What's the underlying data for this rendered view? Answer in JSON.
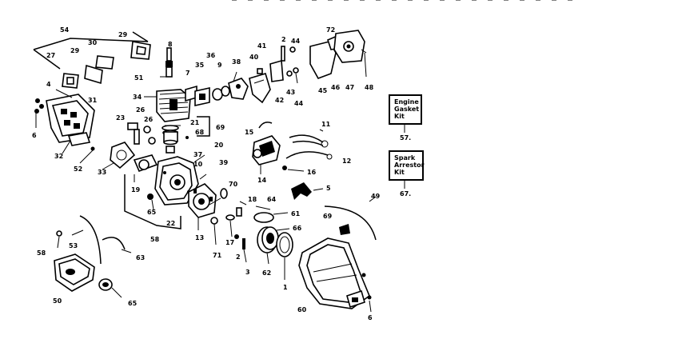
{
  "diagram": {
    "labels": {
      "l54": "54",
      "l30": "30",
      "l29a": "29",
      "l27": "27",
      "l29b": "29",
      "l31": "31",
      "l4": "4",
      "l6a": "6",
      "l32": "32",
      "l52": "52",
      "l33": "33",
      "l23": "23",
      "l26a": "26",
      "l26b": "26",
      "l34": "34",
      "l51": "51",
      "l8": "8",
      "l7": "7",
      "l35": "35",
      "l36": "36",
      "l9": "9",
      "l38": "38",
      "l21": "21",
      "l68a": "68",
      "l69a": "69",
      "l20": "20",
      "l37": "37",
      "l10": "10",
      "l39": "39",
      "l19": "19",
      "l65a": "65",
      "l22": "22",
      "l58a": "58",
      "l13": "13",
      "l70": "70",
      "l71": "71",
      "l17": "17",
      "l2a": "2",
      "l3": "3",
      "l62": "62",
      "l64": "64",
      "l18": "18",
      "l61": "61",
      "l66": "66",
      "l1": "1",
      "l69b": "69",
      "l41": "41",
      "l40": "40",
      "l2b": "2",
      "l44a": "44",
      "l42": "42",
      "l43": "43",
      "l44b": "44",
      "l72": "72",
      "l45": "45",
      "l46": "46",
      "l47": "47",
      "l48": "48",
      "l15": "15",
      "l11": "11",
      "l12": "12",
      "l14": "14",
      "l16": "16",
      "l5": "5",
      "l49": "49",
      "l58b": "58",
      "l53": "53",
      "l63": "63",
      "l50": "50",
      "l65b": "65",
      "l60": "60",
      "l6b": "6"
    },
    "kits": {
      "engine_gasket": {
        "text": "Engine\nGasket\nKit",
        "number": "57."
      },
      "spark_arrestor": {
        "text": "Spark\nArrestor\nKit",
        "number": "67."
      }
    }
  }
}
